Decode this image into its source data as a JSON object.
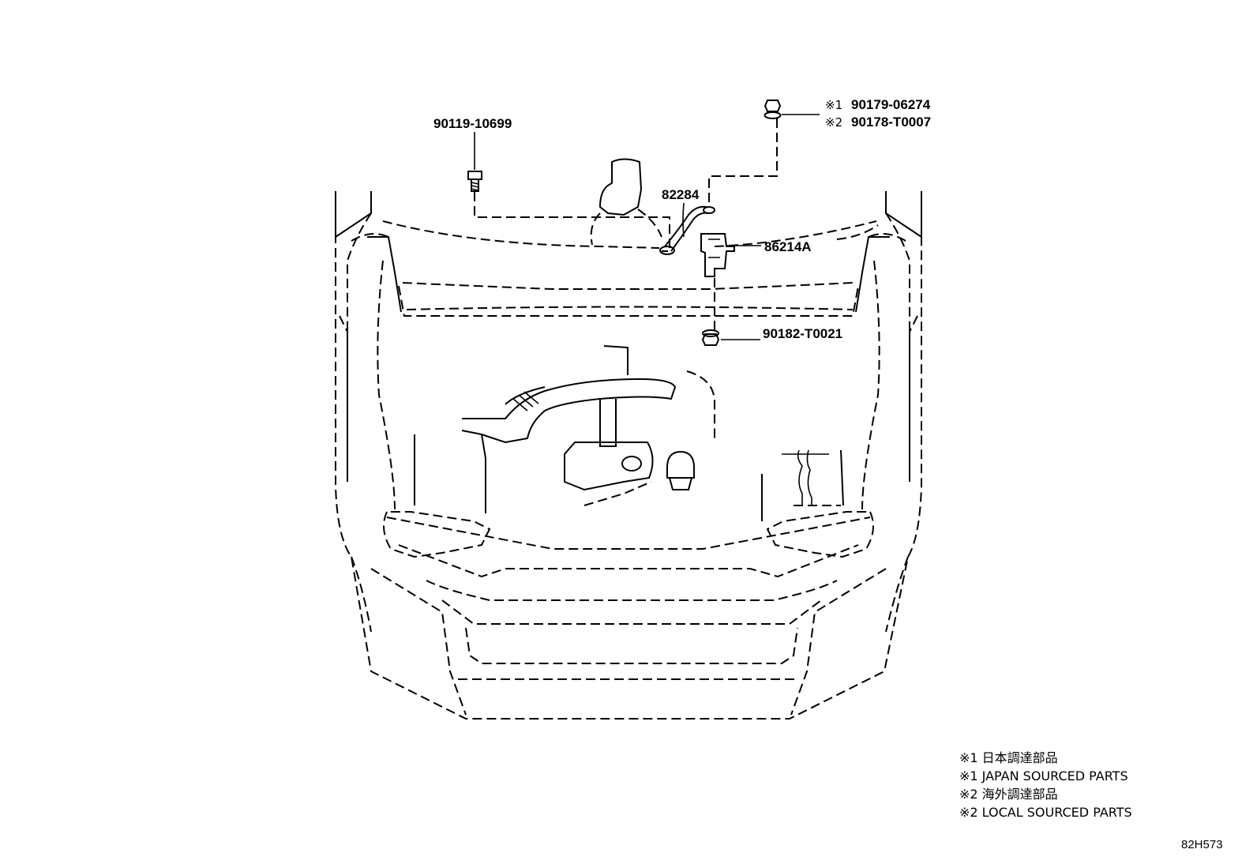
{
  "callouts": [
    {
      "id": "c1",
      "part_number": "90119-10699"
    },
    {
      "id": "c2",
      "prefix": "※1",
      "part_number": "90179-06274"
    },
    {
      "id": "c3",
      "prefix": "※2",
      "part_number": "90178-T0007"
    },
    {
      "id": "c4",
      "part_number": "82284"
    },
    {
      "id": "c5",
      "part_number": "86214A"
    },
    {
      "id": "c6",
      "part_number": "90182-T0021"
    }
  ],
  "notes": [
    "※1 日本調達部品",
    "※1 JAPAN SOURCED PARTS",
    "※2 海外調達部品",
    "※2 LOCAL SOURCED PARTS"
  ],
  "figure_ref": "82H573"
}
